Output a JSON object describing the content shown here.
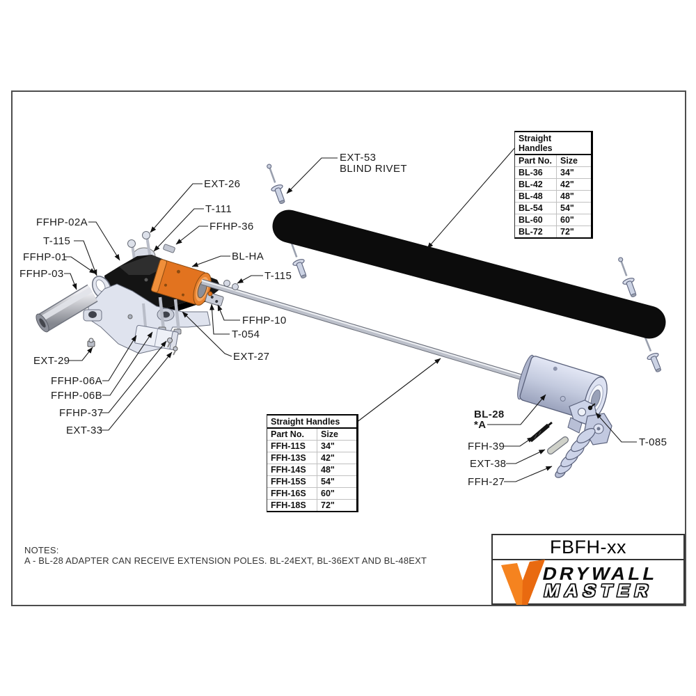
{
  "labels": {
    "ffhp02a": "FFHP-02A",
    "t115_left": "T-115",
    "ffhp01": "FFHP-01",
    "ffhp03": "FFHP-03",
    "ext29": "EXT-29",
    "ffhp06a": "FFHP-06A",
    "ffhp06b": "FFHP-06B",
    "ffhp37": "FFHP-37",
    "ext33": "EXT-33",
    "ext26": "EXT-26",
    "t111": "T-111",
    "ffhp36": "FFHP-36",
    "blha": "BL-HA",
    "t115_right": "T-115",
    "ext53_line1": "EXT-53",
    "ext53_line2": "BLIND RIVET",
    "ffhp10": "FFHP-10",
    "t054": "T-054",
    "ext27": "EXT-27",
    "bl28": "BL-28",
    "bl28_note": "*A",
    "ffh39": "FFH-39",
    "ext38": "EXT-38",
    "ffh27": "FFH-27",
    "t085": "T-085"
  },
  "tables": {
    "bl": {
      "title": "Straight Handles",
      "col_part": "Part No.",
      "col_size": "Size",
      "rows": [
        {
          "part": "BL-36",
          "size": "34\""
        },
        {
          "part": "BL-42",
          "size": "42\""
        },
        {
          "part": "BL-48",
          "size": "48\""
        },
        {
          "part": "BL-54",
          "size": "54\""
        },
        {
          "part": "BL-60",
          "size": "60\""
        },
        {
          "part": "BL-72",
          "size": "72\""
        }
      ]
    },
    "ffh": {
      "title": "Straight Handles",
      "col_part": "Part No.",
      "col_size": "Size",
      "rows": [
        {
          "part": "FFH-11S",
          "size": "34\""
        },
        {
          "part": "FFH-13S",
          "size": "42\""
        },
        {
          "part": "FFH-14S",
          "size": "48\""
        },
        {
          "part": "FFH-15S",
          "size": "54\""
        },
        {
          "part": "FFH-16S",
          "size": "60\""
        },
        {
          "part": "FFH-18S",
          "size": "72\""
        }
      ]
    }
  },
  "notes": {
    "heading": "NOTES:",
    "body": "A - BL-28 ADAPTER CAN RECEIVE EXTENSION POLES. BL-24EXT, BL-36EXT AND BL-48EXT"
  },
  "title_block": {
    "part_number": "FBFH-xx"
  },
  "logo": {
    "word1": "DRYWALL",
    "word2": "MASTER",
    "accent_color": "#F5831F"
  },
  "colors": {
    "accent_orange": "#E2731F",
    "steel_blue": "#ccd3e4",
    "ink": "#1a1a1a"
  }
}
